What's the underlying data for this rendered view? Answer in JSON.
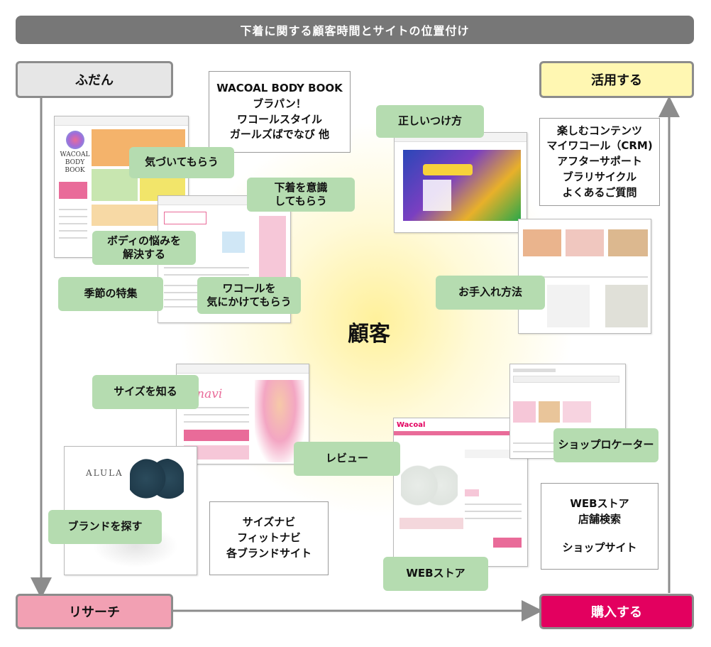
{
  "header": {
    "title": "下着に関する顧客時間とサイトの位置付け"
  },
  "stages": {
    "fudan": "ふだん",
    "katsuyou": "活用する",
    "research": "リサーチ",
    "kounyu": "購入する"
  },
  "center": {
    "label": "顧客"
  },
  "colors": {
    "gray_stage": "#e6e6e6",
    "yellow_stage": "#fff7b2",
    "pink_stage": "#f2a0b3",
    "magenta_stage": "#e3005f",
    "green_label": "#b5dcb0"
  },
  "textboxes": {
    "top": [
      "WACOAL BODY BOOK",
      "ブラパン！",
      "ワコールスタイル",
      "ガールズばでなび 他"
    ],
    "right_top": [
      "楽しむコンテンツ",
      "マイワコール（CRM)",
      "アフターサポート",
      "ブラリサイクル",
      "よくあるご質問"
    ],
    "bottom_center": [
      "サイズナビ",
      "フィットナビ",
      "各ブランドサイト"
    ],
    "bottom_right": [
      "WEBストア",
      "店舗検索",
      "",
      "ショップサイト"
    ]
  },
  "labels": {
    "kizuite": "気づいてもらう",
    "ishiki": "下着を意識\nしてもらう",
    "nayami": "ボディの悩みを\n解決する",
    "kisetsu": "季節の特集",
    "kinikakete": "ワコールを\n気にかけてもらう",
    "tadashii": "正しいつけ方",
    "oteire": "お手入れ方法",
    "size": "サイズを知る",
    "review": "レビュー",
    "brand": "ブランドを探す",
    "shop": "ショップロケーター",
    "webstore": "WEBストア"
  },
  "screens": {
    "bodybook_title": "WACOAL BODY BOOK",
    "fitnavi_logo": "fitnavi",
    "alula_logo": "ALULA",
    "store_logo": "Wacoal"
  }
}
